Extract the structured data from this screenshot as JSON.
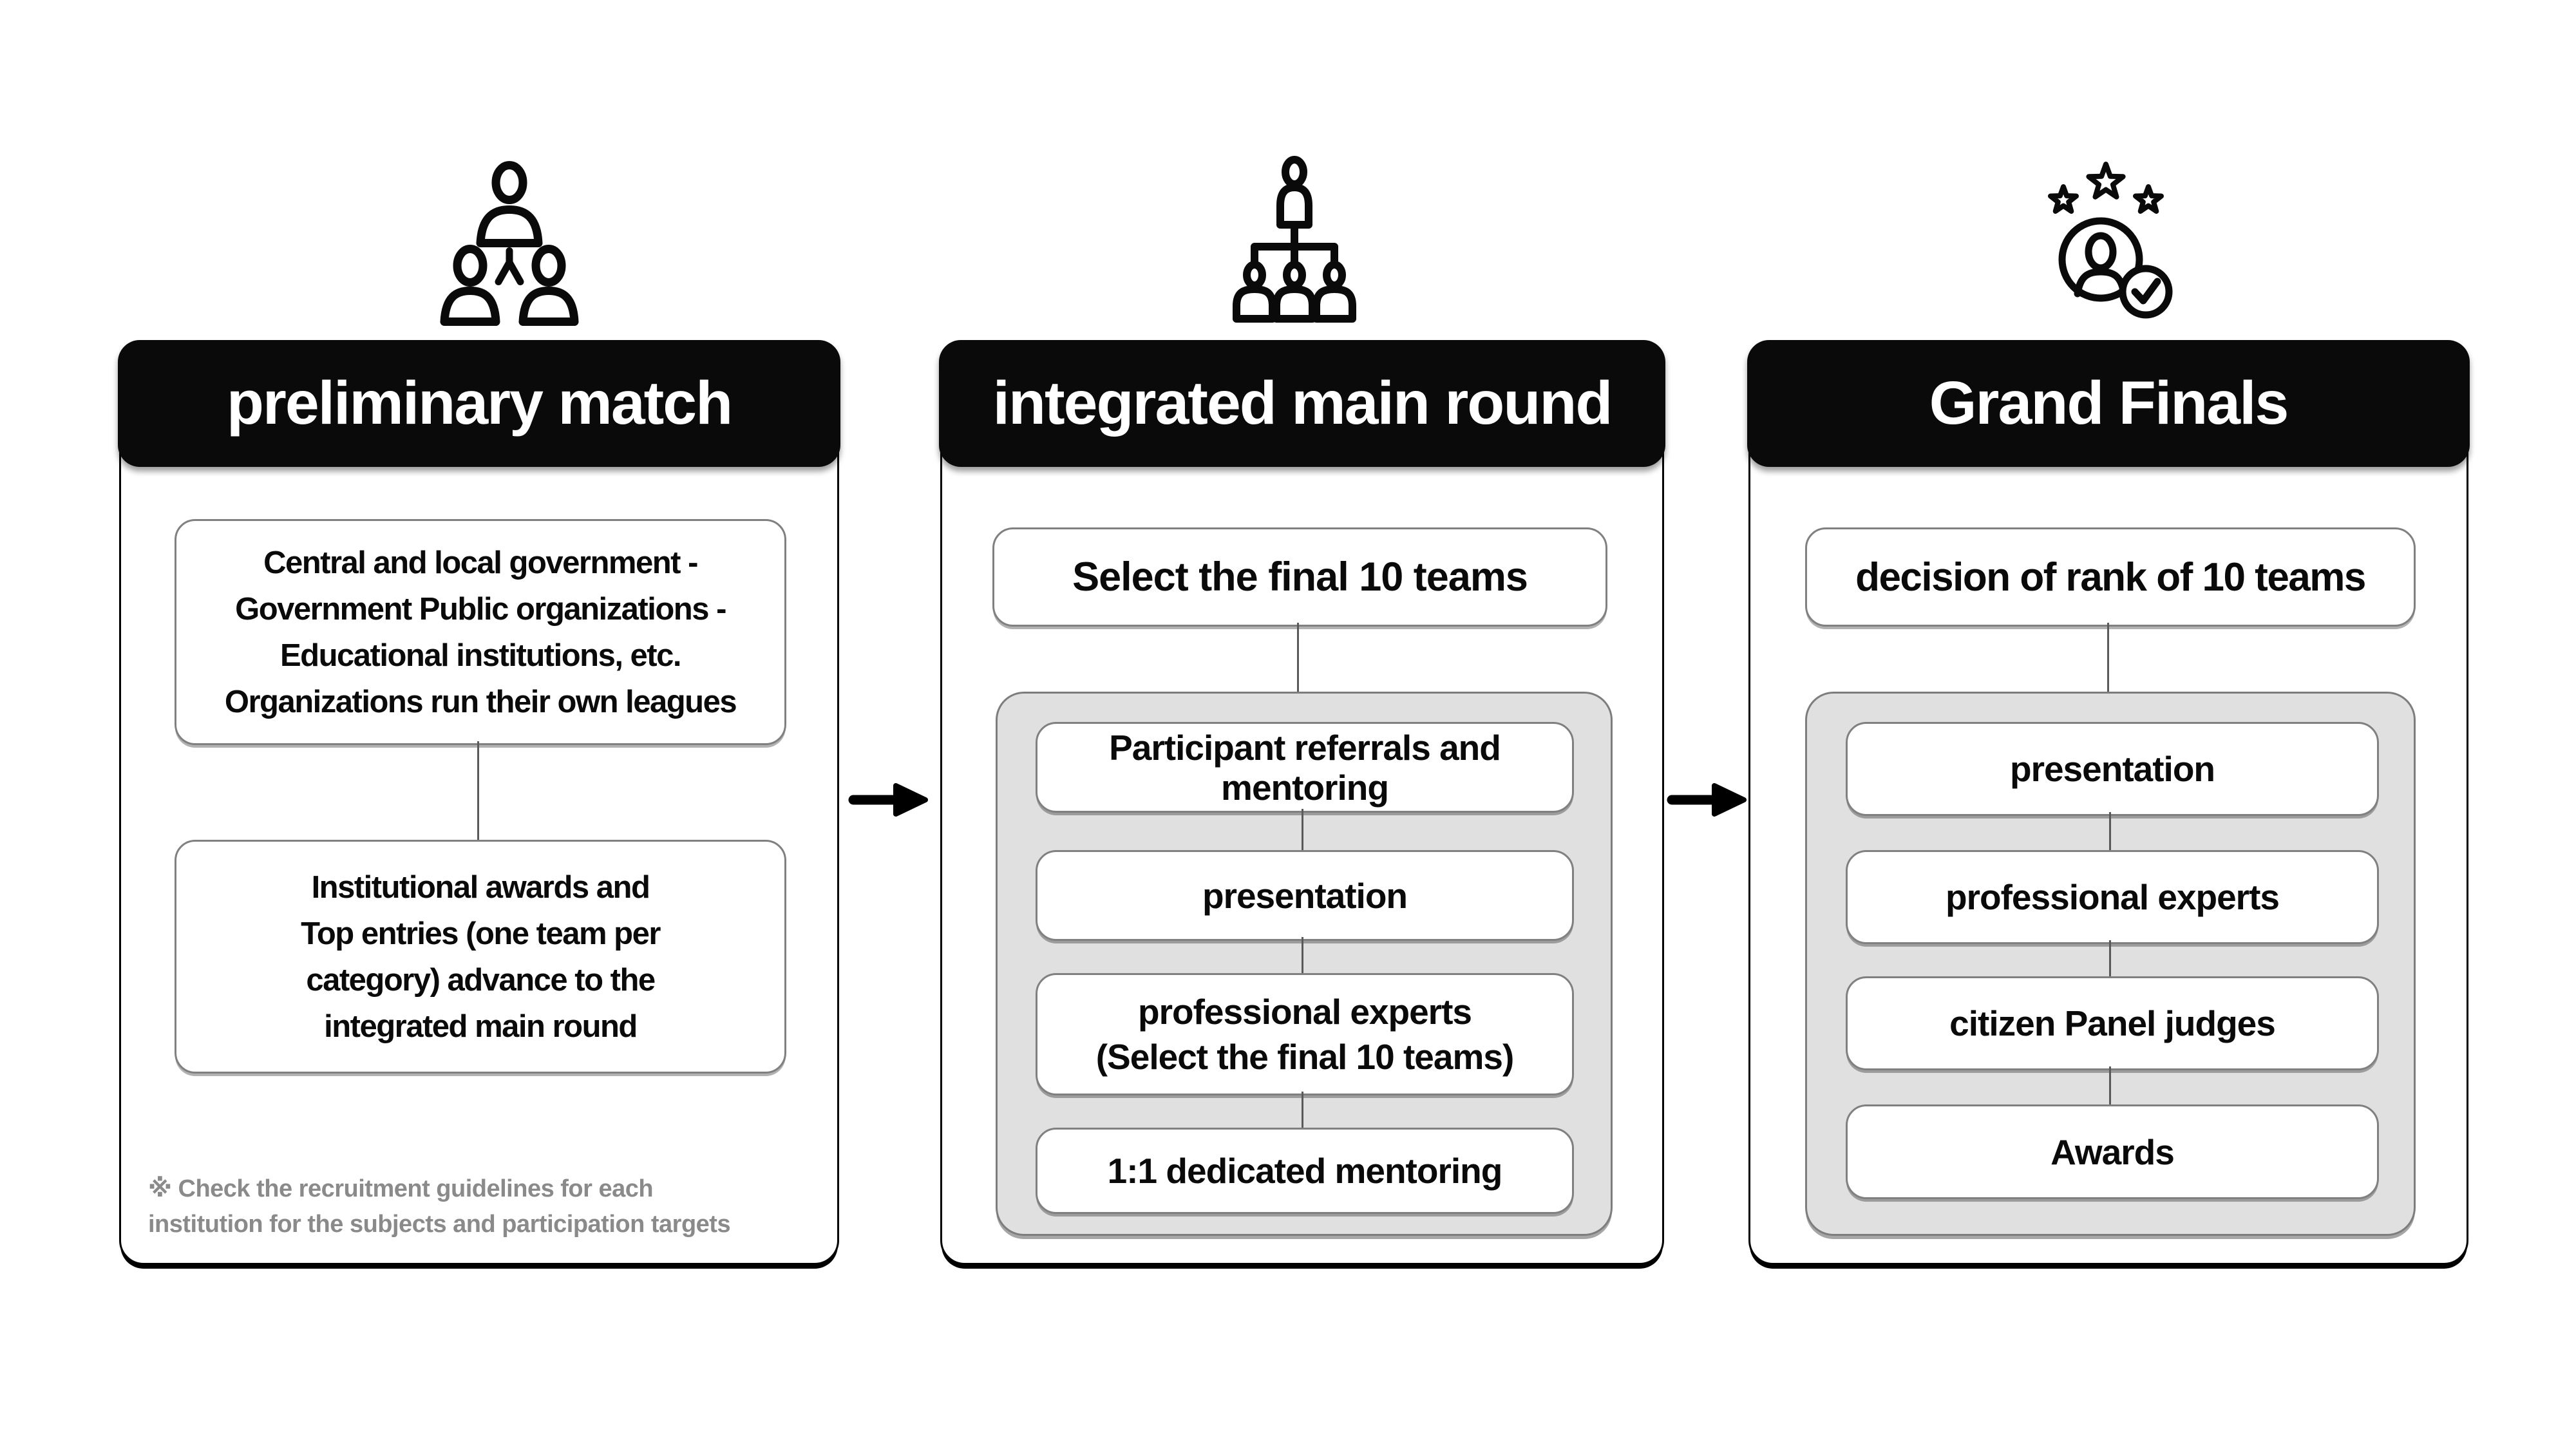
{
  "columns": [
    {
      "id": "preliminary",
      "icon": "people-group-icon",
      "header": "preliminary match",
      "box1": "Central and local government -\nGovernment Public organizations -\nEducational institutions, etc.\nOrganizations run their own leagues",
      "box2": "Institutional awards and\nTop entries (one team per\ncategory) advance to the\nintegrated main round",
      "footnote": "※ Check the recruitment guidelines for each\ninstitution for the subjects and participation targets"
    },
    {
      "id": "integrated-main-round",
      "icon": "org-chart-icon",
      "header": "integrated main round",
      "top_box": "Select the final 10 teams",
      "steps": [
        "Participant referrals and\nmentoring",
        "presentation",
        "professional experts\n(Select the final 10 teams)",
        "1:1 dedicated mentoring"
      ]
    },
    {
      "id": "grand-finals",
      "icon": "winner-badge-icon",
      "header": "Grand Finals",
      "top_box": "decision of rank of 10 teams",
      "steps": [
        "presentation",
        "professional experts",
        "citizen Panel judges",
        "Awards"
      ]
    }
  ],
  "colors": {
    "header_bg": "#0a0a0a",
    "header_text": "#ffffff",
    "panel_border": "#000000",
    "box_border": "#808080",
    "gray_container_bg": "#e0e0e0",
    "connector": "#5a5a5a",
    "footnote_text": "#8a8a8a",
    "arrow": "#000000"
  }
}
